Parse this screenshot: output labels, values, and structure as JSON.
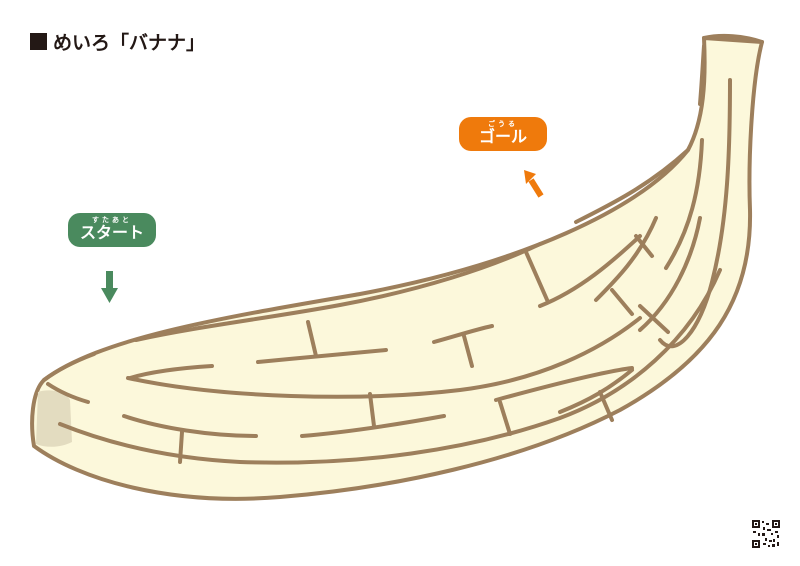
{
  "page": {
    "title": "めいろ「バナナ」"
  },
  "start": {
    "ruby": "すたあと",
    "label": "スタート"
  },
  "goal": {
    "ruby": "ごうる",
    "label": "ゴール"
  },
  "colors": {
    "banana_fill": "#fcf8db",
    "banana_stroke": "#9d7f5c",
    "banana_tip": "#e3dcc0",
    "start_green": "#4a8a5e",
    "goal_orange": "#ef7a0c",
    "title_text": "#231815"
  },
  "icons": {
    "start_arrow": "arrow-down-icon",
    "goal_arrow": "arrow-up-right-icon",
    "qr": "qr-code-icon"
  }
}
